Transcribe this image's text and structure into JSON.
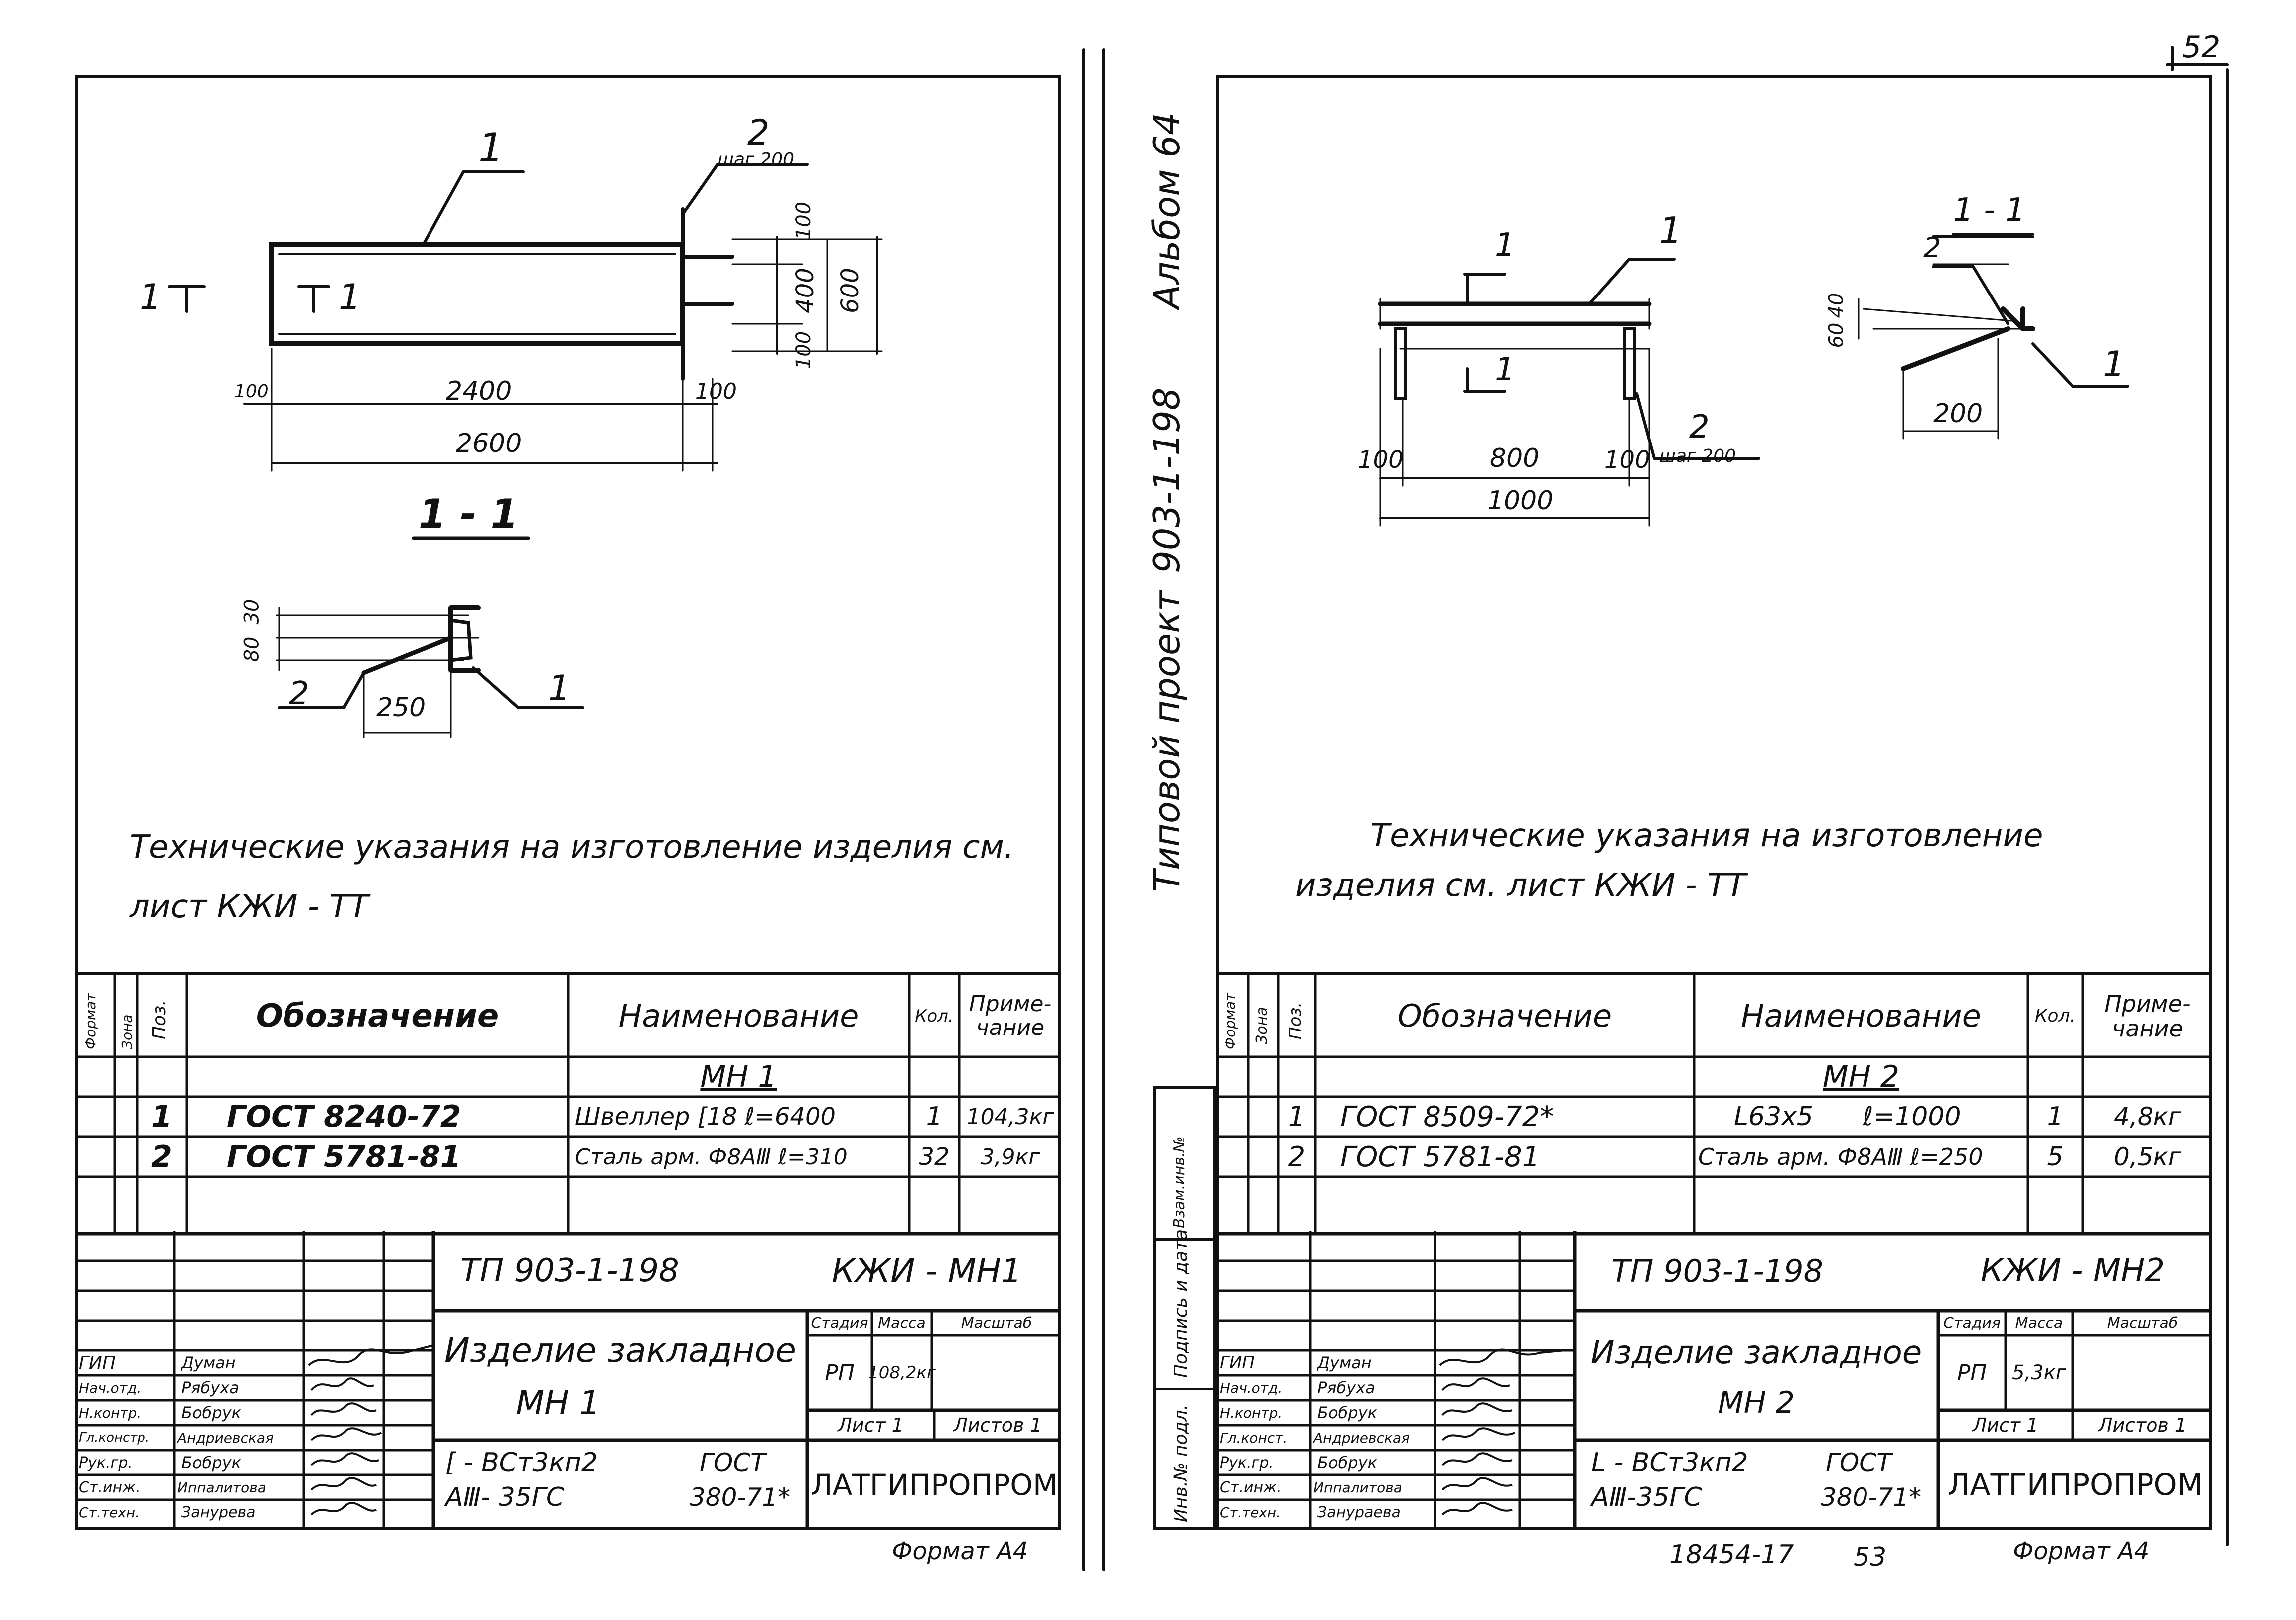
{
  "page_number": "52",
  "side_margin": {
    "album": "Альбом 64",
    "project_code": "903-1-198",
    "project_type": "Типовой проект",
    "stamp_labels": [
      "Инв.№ подл.",
      "Подпись и дата",
      "Взам.инв.№"
    ]
  },
  "sheet_left": {
    "drawing": {
      "pos_1": "1",
      "pos_2": "2",
      "step": "шаг 200",
      "dims": [
        "100",
        "400",
        "100",
        "600",
        "100",
        "2400",
        "100",
        "2600",
        "80",
        "30",
        "250"
      ],
      "section_marks": [
        "1",
        "1"
      ],
      "section_title": "1 - 1"
    },
    "note": "Технические указания на изготовление изделия см. лист КЖИ - ТТ",
    "spec": {
      "headers": {
        "format": "Формат",
        "zone": "Зона",
        "pos": "Поз.",
        "designation": "Обозначение",
        "name": "Наименование",
        "qty": "Кол.",
        "note": "Приме- чание"
      },
      "group": "МН 1",
      "rows": [
        {
          "pos": "1",
          "designation": "ГОСТ 8240-72",
          "name": "Швеллер [18 ℓ=6400",
          "qty": "1",
          "note": "104,3кг"
        },
        {
          "pos": "2",
          "designation": "ГОСТ 5781-81",
          "name": "Сталь арм. Ф8АⅢ ℓ=310",
          "qty": "32",
          "note": "3,9кг"
        }
      ]
    },
    "title_block": {
      "doc_code": "ТП 903-1-198",
      "sheet_code": "КЖИ - МН1",
      "roles": [
        "ГИП",
        "Нач.отд.",
        "Н.контр.",
        "Гл.констр.",
        "Рук.гр.",
        "Ст.инж.",
        "Ст.техн."
      ],
      "names": [
        "Думан",
        "Рябуха",
        "Бобрук",
        "Андриевская",
        "Бобрук",
        "Иппалитова",
        "Занурева"
      ],
      "item_name": "Изделие закладное",
      "item_code": "МН 1",
      "stage_h": "Стадия",
      "mass_h": "Масса",
      "scale_h": "Масштаб",
      "stage": "РП",
      "mass": "108,2кг",
      "sheet": "Лист 1",
      "sheets": "Листов 1",
      "material_1": "[ - ВСт3кп2",
      "material_2": "АⅢ- 35ГС",
      "gost_1": "ГОСТ",
      "gost_2": "380-71*",
      "org": "ЛАТГИПРОПРОМ"
    },
    "format": "Формат А4"
  },
  "sheet_right": {
    "drawing": {
      "pos_1": "1",
      "pos_2": "2",
      "step": "шаг 200",
      "dims": [
        "100",
        "800",
        "100",
        "1000",
        "60",
        "40",
        "200"
      ],
      "section_marks": [
        "1",
        "1"
      ],
      "section_title": "1 - 1"
    },
    "note_1": "Технические указания на изготовление",
    "note_2": "изделия см. лист КЖИ - ТТ",
    "spec": {
      "headers": {
        "format": "Формат",
        "zone": "Зона",
        "pos": "Поз.",
        "designation": "Обозначение",
        "name": "Наименование",
        "qty": "Кол.",
        "note": "Приме- чание"
      },
      "group": "МН 2",
      "rows": [
        {
          "pos": "1",
          "designation": "ГОСТ 8509-72*",
          "name": "L63x5      ℓ=1000",
          "qty": "1",
          "note": "4,8кг"
        },
        {
          "pos": "2",
          "designation": "ГОСТ 5781-81",
          "name": "Сталь арм. Ф8АⅢ ℓ=250",
          "qty": "5",
          "note": "0,5кг"
        }
      ]
    },
    "title_block": {
      "doc_code": "ТП 903-1-198",
      "sheet_code": "КЖИ - МН2",
      "roles": [
        "ГИП",
        "Нач.отд.",
        "Н.контр.",
        "Гл.конст.",
        "Рук.гр.",
        "Ст.инж.",
        "Ст.техн."
      ],
      "names": [
        "Думан",
        "Рябуха",
        "Бобрук",
        "Андриевская",
        "Бобрук",
        "Иппалитова",
        "Занураева"
      ],
      "item_name": "Изделие закладное",
      "item_code": "МН 2",
      "stage_h": "Стадия",
      "mass_h": "Масса",
      "scale_h": "Масштаб",
      "stage": "РП",
      "mass": "5,3кг",
      "sheet": "Лист 1",
      "sheets": "Листов 1",
      "material_1": "L - ВСт3кп2",
      "material_2": "АⅢ-35ГС",
      "gost_1": "ГОСТ",
      "gost_2": "380-71*",
      "org": "ЛАТГИПРОПРОМ"
    },
    "archive_no": "18454-17",
    "page_no": "53",
    "format": "Формат А4"
  }
}
